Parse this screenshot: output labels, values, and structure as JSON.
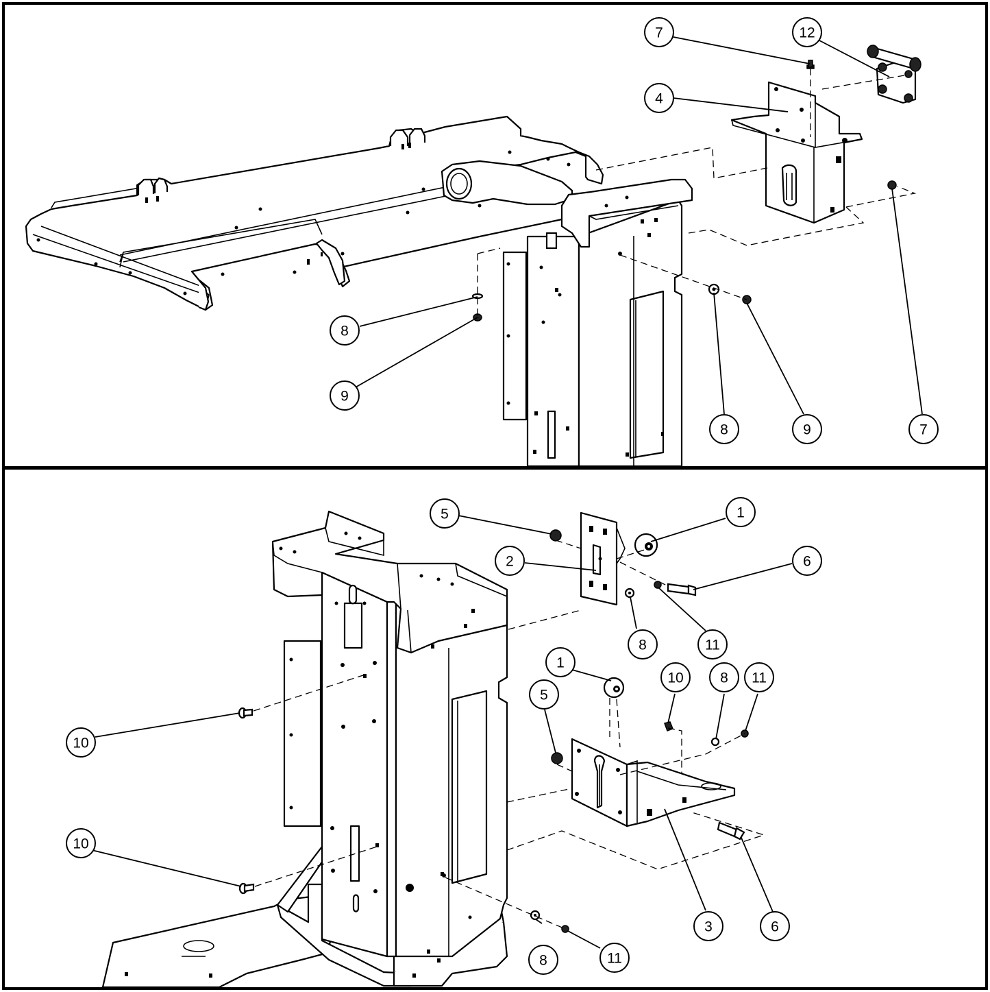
{
  "diagram": {
    "panels": [
      {
        "name": "top-panel",
        "callouts": [
          {
            "id": "callout-top-7a",
            "label": "7"
          },
          {
            "id": "callout-top-12",
            "label": "12"
          },
          {
            "id": "callout-top-4",
            "label": "4"
          },
          {
            "id": "callout-top-8a",
            "label": "8"
          },
          {
            "id": "callout-top-9a",
            "label": "9"
          },
          {
            "id": "callout-top-8b",
            "label": "8"
          },
          {
            "id": "callout-top-9b",
            "label": "9"
          },
          {
            "id": "callout-top-7b",
            "label": "7"
          }
        ]
      },
      {
        "name": "bottom-panel",
        "callouts": [
          {
            "id": "callout-bot-5a",
            "label": "5"
          },
          {
            "id": "callout-bot-1a",
            "label": "1"
          },
          {
            "id": "callout-bot-2",
            "label": "2"
          },
          {
            "id": "callout-bot-6a",
            "label": "6"
          },
          {
            "id": "callout-bot-8a",
            "label": "8"
          },
          {
            "id": "callout-bot-11a",
            "label": "11"
          },
          {
            "id": "callout-bot-1b",
            "label": "1"
          },
          {
            "id": "callout-bot-10a",
            "label": "10"
          },
          {
            "id": "callout-bot-8b",
            "label": "8"
          },
          {
            "id": "callout-bot-11b",
            "label": "11"
          },
          {
            "id": "callout-bot-5b",
            "label": "5"
          },
          {
            "id": "callout-bot-10b",
            "label": "10"
          },
          {
            "id": "callout-bot-10c",
            "label": "10"
          },
          {
            "id": "callout-bot-3",
            "label": "3"
          },
          {
            "id": "callout-bot-6b",
            "label": "6"
          },
          {
            "id": "callout-bot-8c",
            "label": "8"
          },
          {
            "id": "callout-bot-11c",
            "label": "11"
          }
        ]
      }
    ]
  }
}
